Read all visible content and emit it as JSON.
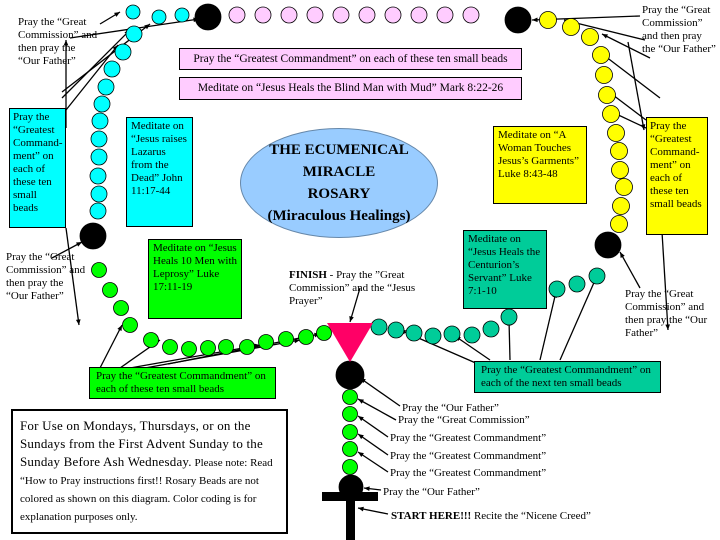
{
  "title": {
    "line1": "THE ECUMENICAL",
    "line2": "MIRACLE",
    "line3": "ROSARY",
    "line4": "(Miraculous Healings)"
  },
  "colors": {
    "pink": "#ff99ff",
    "light_pink": "#ffccff",
    "cyan": "#00ffff",
    "green": "#00ff00",
    "yellow": "#ffff00",
    "teal": "#00cc99",
    "black": "#000000",
    "title_oval": "#99ccff",
    "finish_triangle": "#ff0066"
  },
  "labels": {
    "pray_gc_our_father_top_left": "Pray the “Great Commission” and then pray the “Our Father”",
    "pray_gc_our_father_top_right": "Pray the “Great Commission” and then pray the “Our Father”",
    "pray_gc_our_father_mid_left": "Pray the “Great Commission” and then pray the “Our Father”",
    "pray_gc_our_father_mid_right": "Pray the “Great Commission” and then pray the “Our Father”",
    "pink_beads_note": "Pray the “Greatest Commandment” on each of these ten small beads",
    "pink_meditation": "Meditate on “Jesus Heals the Blind Man with Mud” Mark 8:22-26",
    "cyan_beads_note": "Pray the “Greatest Command-ment” on each of these ten small beads",
    "cyan_meditation": "Meditate on “Jesus raises Lazarus from the Dead” John 11:17-44",
    "yellow_meditation": "Meditate on “A Woman Touches Jesus’s Garments” Luke 8:43-48",
    "yellow_beads_note": "Pray the “Greatest Command-ment” on each of these ten small beads",
    "green_meditation": "Meditate on “Jesus Heals 10 Men with Leprosy” Luke 17:11-19",
    "green_beads_note": "Pray the “Greatest Commandment” on each of these ten small beads",
    "teal_meditation": "Meditate on “Jesus Heals the Centurion’s Servant” Luke 7:1-10",
    "teal_beads_note": "Pray the “Greatest Commandment” on each of the next ten small beads",
    "finish_bold": "FINISH",
    "finish_text": " - Pray the ”Great Commission” and the “Jesus Prayer”",
    "stem_our_father_1": "Pray the “Our Father”",
    "stem_great_commission": "Pray the “Great Commission”",
    "stem_gc_1": "Pray the “Greatest Commandment”",
    "stem_gc_2": "Pray the “Greatest Commandment”",
    "stem_gc_3": "Pray the “Greatest Commandment”",
    "stem_our_father_2": "Pray the “Our Father”",
    "start_bold": "START HERE!!!",
    "start_text": " Recite the “Nicene Creed”"
  },
  "usage": {
    "big": "For Use on Mondays, Thursdays, or on the Sundays from the First Advent Sunday to the Sunday Before Ash Wednesday.",
    "small": " Please note: Read “How to Pray instructions first!! Rosary Beads are not colored as shown on this diagram.  Color coding is for explanation purposes only."
  }
}
